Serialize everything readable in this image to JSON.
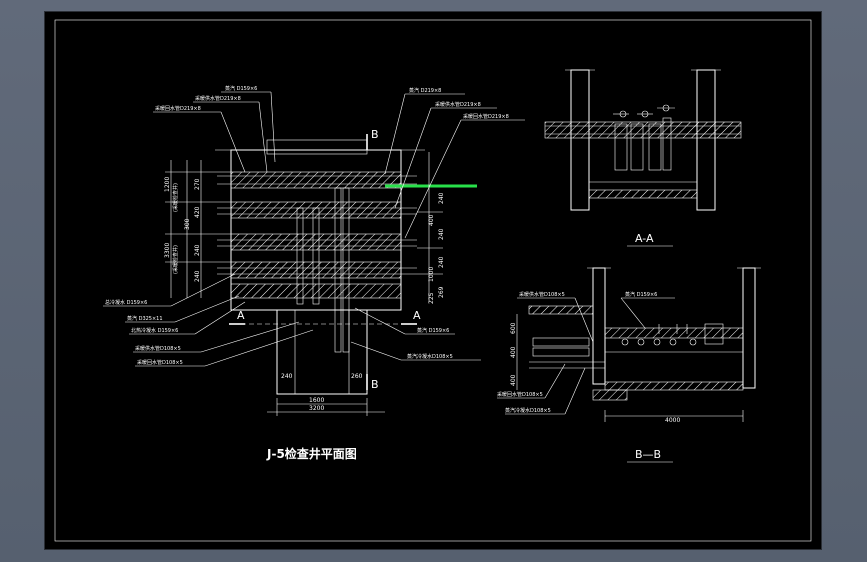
{
  "drawing": {
    "plan_title": "J-5检查井平面图",
    "section_aa_title": "A-A",
    "section_bb_title": "B—B",
    "cut_marks": {
      "a": "A",
      "b": "B"
    },
    "plan_labels": {
      "steam_d159_top": "蒸汽 D159×6",
      "heating_supply_d219": "采暖供水管D219×8",
      "heating_return_d219": "采暖回水管D219×8",
      "steam_d219": "蒸汽 D219×8",
      "heating_supply_d219_right": "采暖供水管D219×8",
      "heating_return_d219_right": "采暖回水管D219×8",
      "total_cool_water": "总冷凝水 D159×6",
      "steam_d325": "蒸汽 D325×11",
      "north_cool_drain": "北热冷凝水 D159×6",
      "heating_supply_d108": "采暖供水管D108×5",
      "heating_return_d108": "采暖回水管D108×5",
      "steam_d159_right": "蒸汽 D159×6",
      "steam_cool_d108": "蒸汽冷凝水D108×5",
      "left_vertical": "(采暖检查井)",
      "left_vertical_2": "(采暖检查井)"
    },
    "plan_dimensions": {
      "d_1200": "1200",
      "d_3300": "3300",
      "d_270": "270",
      "d_420": "420",
      "d_300": "300",
      "d_240_a": "240",
      "d_240_b": "240",
      "d_240_c": "240",
      "d_240_d": "240",
      "d_240_e": "240",
      "d_400": "400",
      "d_1000": "1000",
      "d_225": "225",
      "d_269": "269",
      "d_240_bottom": "240",
      "d_260_bottom": "260",
      "d_1600": "1600",
      "d_3200": "3200"
    },
    "bb_labels": {
      "heating_supply_d108": "采暖供水管D108×5",
      "steam_d159": "蒸汽 D159×6",
      "heating_return_d108": "采暖回水管D108×5",
      "steam_cool_d108": "蒸汽冷凝水D108×5"
    },
    "bb_dimensions": {
      "d_600": "600",
      "d_400_a": "400",
      "d_400_b": "400",
      "d_4000": "4000"
    }
  }
}
